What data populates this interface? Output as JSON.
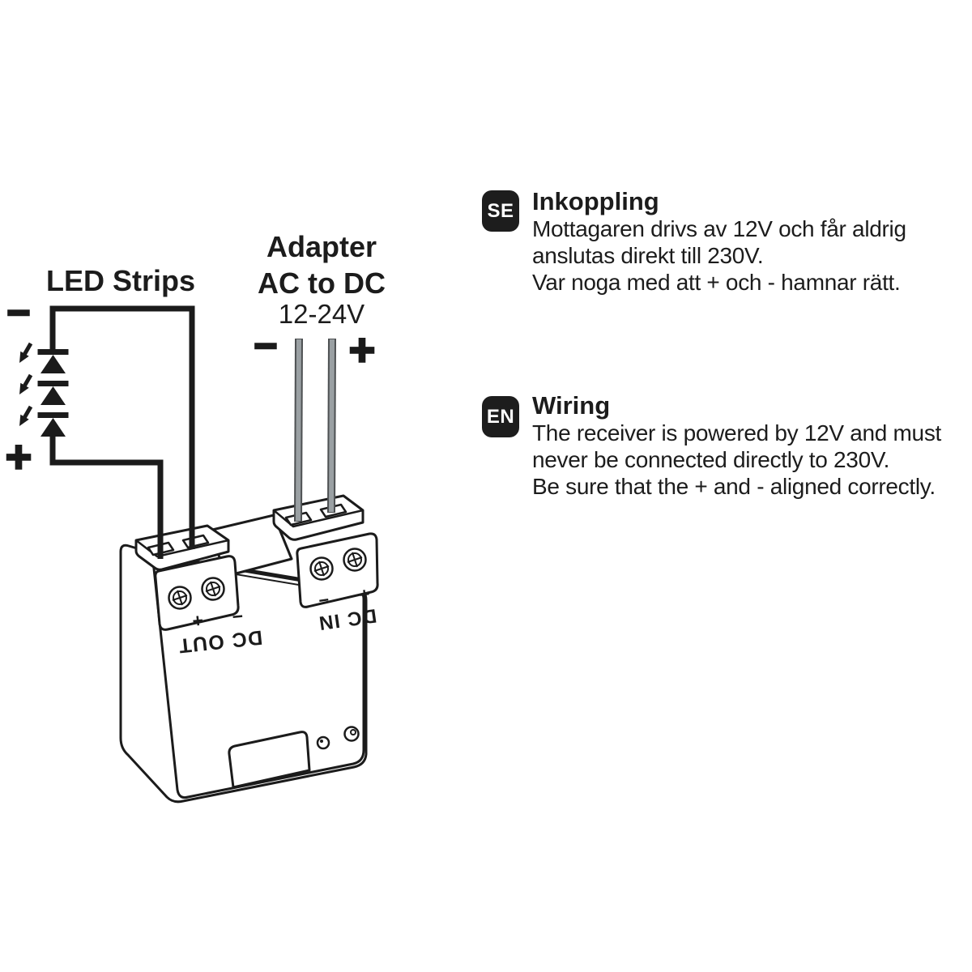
{
  "colors": {
    "line": "#1b1b1b",
    "text": "#1c1c1c",
    "badge_bg": "#1d1d1d",
    "badge_text": "#ffffff",
    "wire_gray": "#9aa0a3",
    "wire_gray_edge": "#4d5052",
    "background": "#ffffff"
  },
  "diagram": {
    "led_strips_label": "LED Strips",
    "adapter_title": "Adapter",
    "adapter_subtitle": "AC to DC",
    "adapter_voltage": "12-24V",
    "led_minus": "−",
    "led_plus": "+",
    "adapter_minus": "−",
    "adapter_plus": "+",
    "receiver": {
      "dc_out": {
        "label": "DC OUT",
        "sign_a": "−",
        "sign_b": "+"
      },
      "dc_in": {
        "label": "DC IN",
        "sign_a": "+",
        "sign_b": "−"
      }
    }
  },
  "instructions": [
    {
      "badge": "SE",
      "title": "Inkoppling",
      "lines": [
        "Mottagaren drivs av 12V och får aldrig",
        "anslutas direkt till 230V.",
        "Var noga med att + och - hamnar rätt."
      ]
    },
    {
      "badge": "EN",
      "title": "Wiring",
      "lines": [
        "The receiver is powered by 12V and must",
        "never be connected directly to 230V.",
        "Be sure that the + and - aligned correctly."
      ]
    }
  ]
}
